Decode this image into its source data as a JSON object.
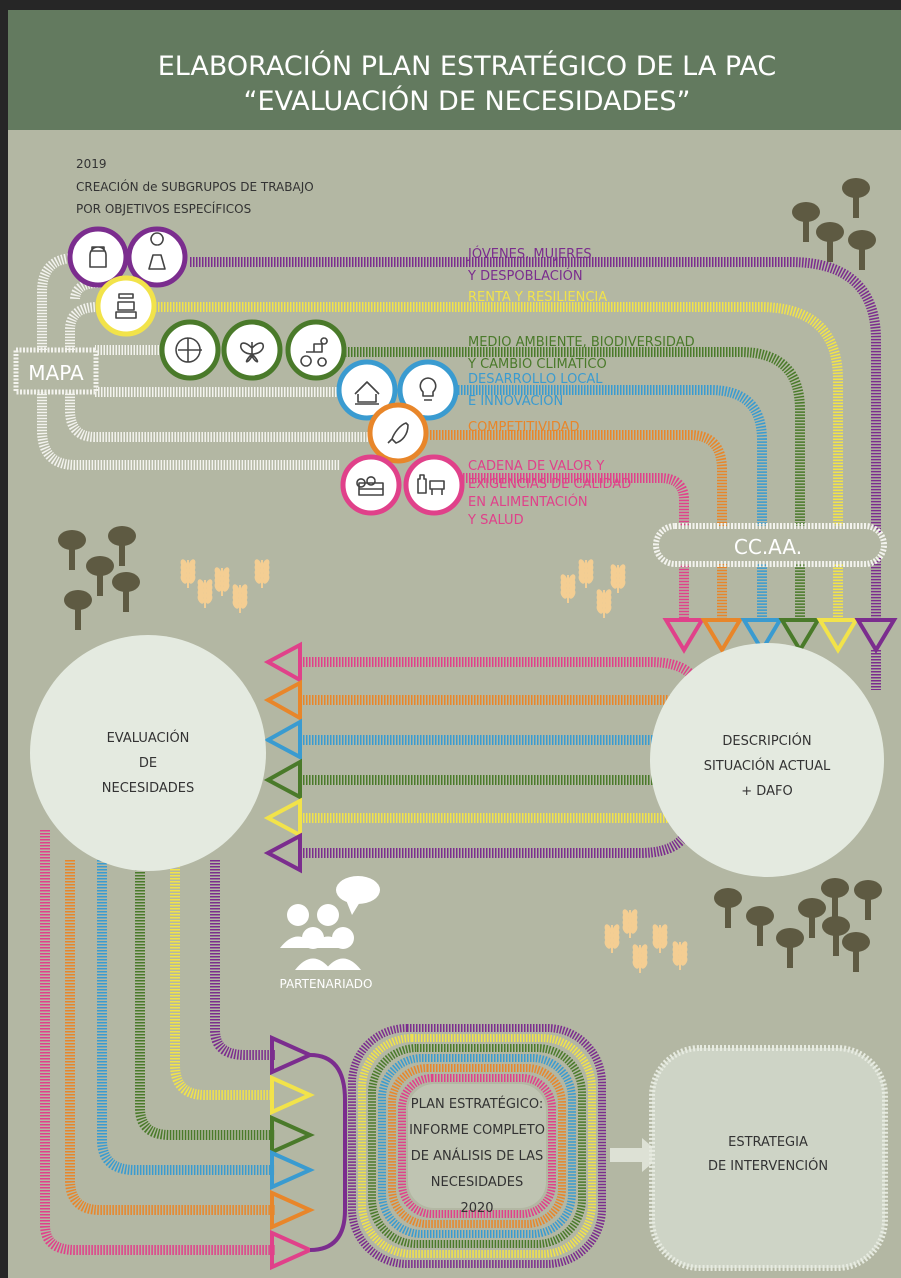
{
  "header": {
    "title_line1": "ELABORACIÓN PLAN ESTRATÉGICO DE LA PAC",
    "title_line2": "“EVALUACIÓN DE NECESIDADES”"
  },
  "intro": {
    "year": "2019",
    "line1": "CREACIÓN de SUBGRUPOS DE TRABAJO",
    "line2": "POR OBJETIVOS ESPECÍFICOS"
  },
  "nodes": {
    "mapa": "MAPA",
    "ccaa": "CC.AA.",
    "evaluacion": [
      "EVALUACIÓN",
      "DE",
      "NECESIDADES"
    ],
    "descripcion": [
      "DESCRIPCIÓN",
      "SITUACIÓN ACTUAL",
      "+ DAFO"
    ],
    "partenariado": "PARTENARIADO",
    "plan": [
      "PLAN ESTRATÉGICO:",
      "INFORME COMPLETO",
      "DE ANÁLISIS DE LAS",
      "NECESIDADES",
      "2020"
    ],
    "estrategia": [
      "ESTRATEGIA",
      "DE INTERVENCIÓN"
    ]
  },
  "groups": [
    {
      "key": "jovenes",
      "lines": [
        "JÓVENES, MUJERES",
        "Y DESPOBLACIÓN"
      ],
      "color": "#7b2d8e",
      "icons": [
        "farmer-icon",
        "woman-icon"
      ]
    },
    {
      "key": "renta",
      "lines": [
        "RENTA Y RESILIENCIA"
      ],
      "color": "#f2e34a",
      "icons": [
        "farmer-hands-icon"
      ]
    },
    {
      "key": "medio",
      "lines": [
        "MEDIO AMBIENTE, BIODIVERSIDAD",
        "Y CAMBIO CLIMÁTICO"
      ],
      "color": "#4a7a2a",
      "icons": [
        "globe-thermometer-icon",
        "butterfly-icon",
        "tractor-sun-icon"
      ]
    },
    {
      "key": "desarrollo",
      "lines": [
        "DESARROLLO LOCAL",
        "E INNOVACIÓN"
      ],
      "color": "#3a9bd0",
      "icons": [
        "rural-house-icon",
        "lightbulb-icon"
      ]
    },
    {
      "key": "competitividad",
      "lines": [
        "COMPETITIVIDAD"
      ],
      "color": "#e8862a",
      "icons": [
        "rocket-icon"
      ]
    },
    {
      "key": "cadena",
      "lines": [
        "CADENA DE VALOR Y",
        "EXIGENCIAS DE CALIDAD",
        "EN ALIMENTACIÓN",
        "Y SALUD"
      ],
      "color": "#e0418a",
      "icons": [
        "food-crate-icon",
        "cow-bottle-icon"
      ]
    }
  ],
  "colors": {
    "background": "#b3b7a3",
    "header": "#637a5f",
    "node_fill": "#e4eae0",
    "tree": "#5e5a42",
    "wheat": "#f4ce93"
  }
}
